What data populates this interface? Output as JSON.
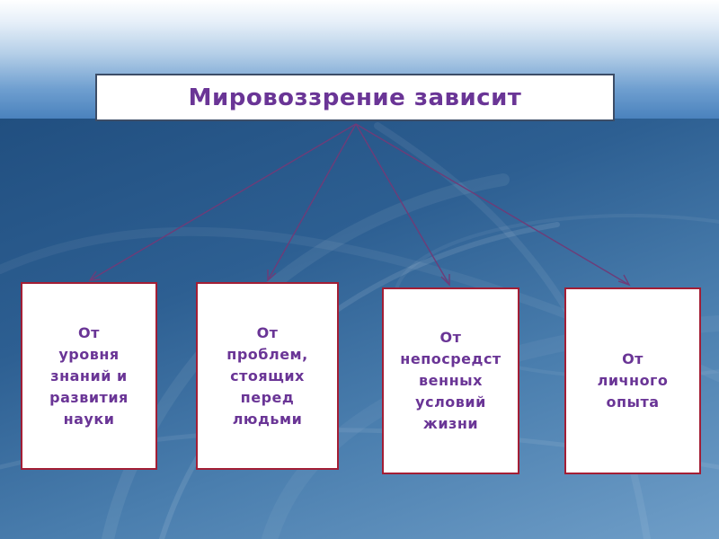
{
  "title": "Мировоззрение зависит",
  "nodes": [
    {
      "text": "От\nуровня\nзнаний и\nразвития\nнауки"
    },
    {
      "text": "От\nпроблем,\nстоящих\nперед\nлюдьми"
    },
    {
      "text": "От\nнепосредст\nвенных\nусловий\nжизни"
    },
    {
      "text": "От\nличного\nопыта"
    }
  ],
  "colors": {
    "title_text": "#6a3596",
    "node_border": "#a31e35",
    "title_border": "#3c4d67",
    "connector": "#6e3c78"
  }
}
